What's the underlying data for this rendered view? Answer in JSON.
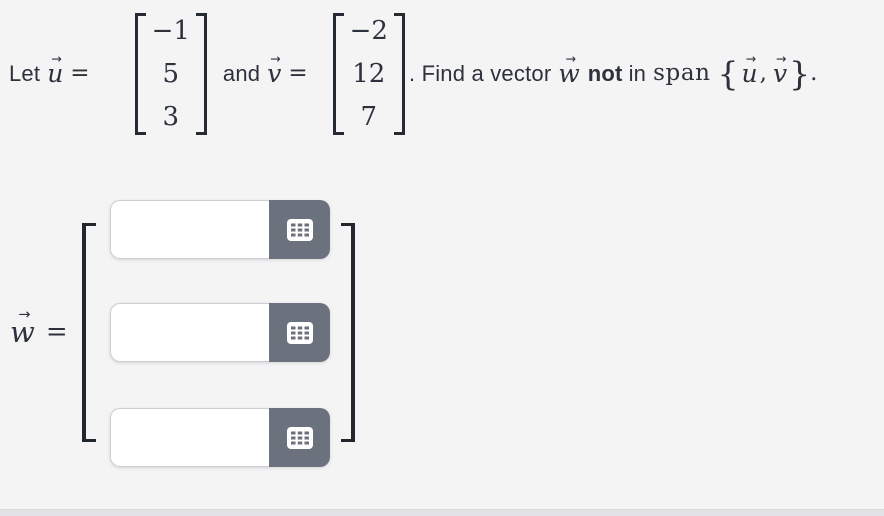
{
  "problem": {
    "let_label": "Let",
    "u_symbol": "u",
    "equals": "=",
    "and_label": "and",
    "v_symbol": "v",
    "w_symbol": "w",
    "u_vector": {
      "values": [
        "−1",
        "5",
        "3"
      ]
    },
    "v_vector": {
      "values": [
        "−2",
        "12",
        "7"
      ]
    },
    "period_find": ". Find a vector",
    "not_label": "not",
    "in_label": "in",
    "span_label": "span",
    "brace_open": "{",
    "comma": ",",
    "brace_close": "}",
    "final_period": "."
  },
  "answer": {
    "w_symbol": "w",
    "equals": "=",
    "rows": [
      {
        "value": "",
        "icon": "virtual-keyboard-icon"
      },
      {
        "value": "",
        "icon": "virtual-keyboard-icon"
      },
      {
        "value": "",
        "icon": "virtual-keyboard-icon"
      }
    ]
  },
  "colors": {
    "page_background": "#f4f4f5",
    "text": "#2c313c",
    "keyboard_button": "#6c727d",
    "input_background": "#ffffff",
    "input_border": "#cdced3",
    "bracket": "#22262d",
    "bottom_strip": "#e3e3e6"
  }
}
